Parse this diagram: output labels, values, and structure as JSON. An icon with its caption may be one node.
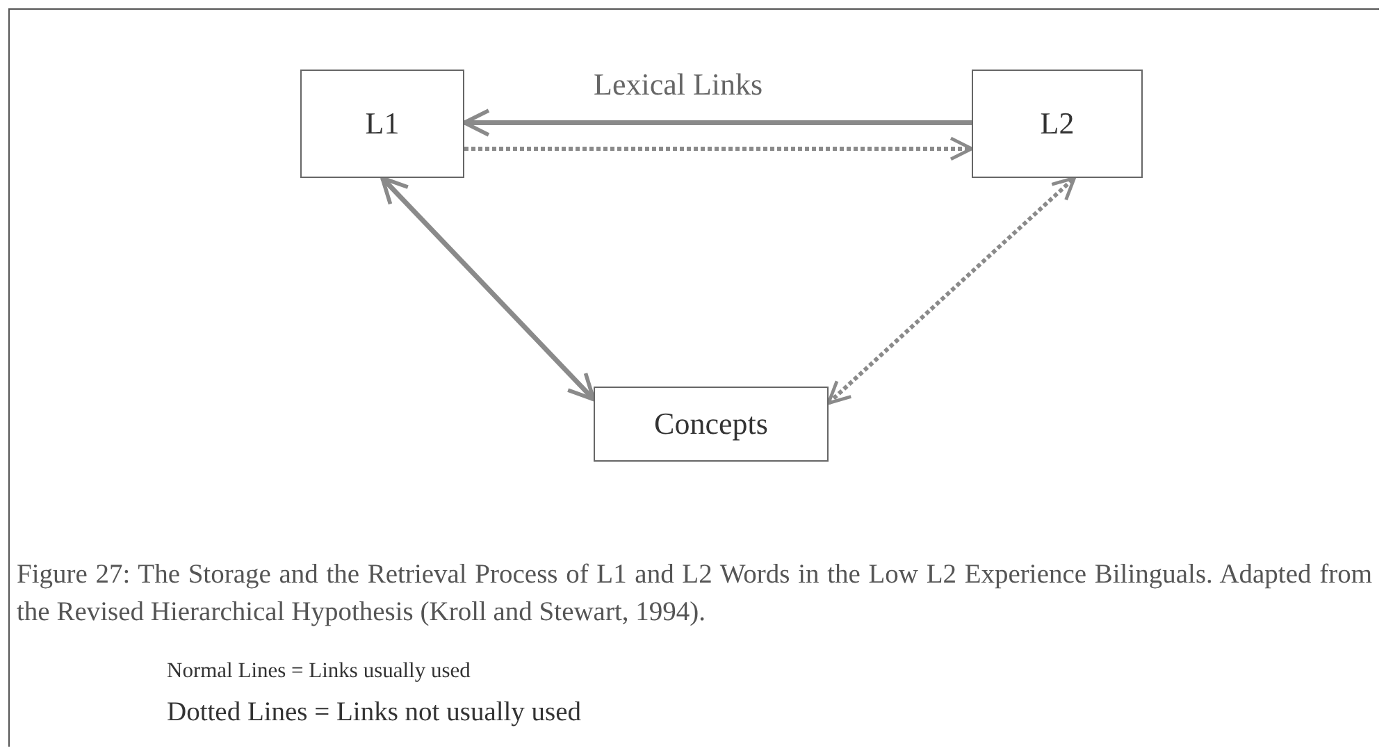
{
  "diagram": {
    "caption": "Figure 27: The Storage and the Retrieval Process of L1 and L2 Words in the Low L2 Experience Bilinguals. Adapted from the Revised Hierarchical Hypothesis (Kroll and Stewart, 1994).",
    "nodes": [
      {
        "text": [
          "L1"
        ]
      },
      {
        "text": [
          "L2"
        ]
      },
      {
        "text": [
          "Concepts"
        ]
      }
    ],
    "edges": [
      {
        "from": 1,
        "to": 0,
        "arrow": "to",
        "label": "Lexical Links"
      },
      {
        "from": 0,
        "to": 1,
        "arrow": "to",
        "style": "dashed"
      },
      {
        "from": 0,
        "to": 2,
        "arrow": "both"
      },
      {
        "from": 2,
        "to": 1,
        "arrow": "both",
        "style": "dashed"
      }
    ],
    "labels": [
      "Normal Lines = Links usually used",
      "Dotted Lines = Links not usually used"
    ]
  }
}
